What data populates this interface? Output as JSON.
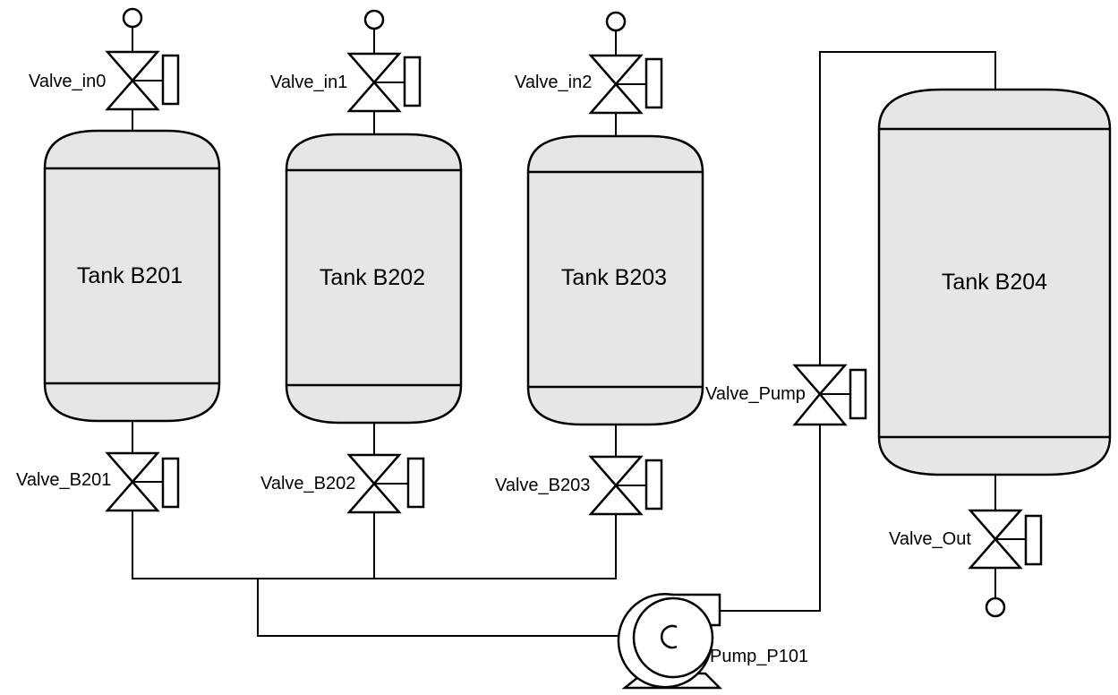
{
  "tanks": [
    {
      "id": "B201",
      "label": "Tank B201"
    },
    {
      "id": "B202",
      "label": "Tank B202"
    },
    {
      "id": "B203",
      "label": "Tank B203"
    },
    {
      "id": "B204",
      "label": "Tank B204"
    }
  ],
  "valves": {
    "in0": "Valve_in0",
    "in1": "Valve_in1",
    "in2": "Valve_in2",
    "b201": "Valve_B201",
    "b202": "Valve_B202",
    "b203": "Valve_B203",
    "pump": "Valve_Pump",
    "out": "Valve_Out"
  },
  "pump": {
    "label": "Pump_P101"
  }
}
